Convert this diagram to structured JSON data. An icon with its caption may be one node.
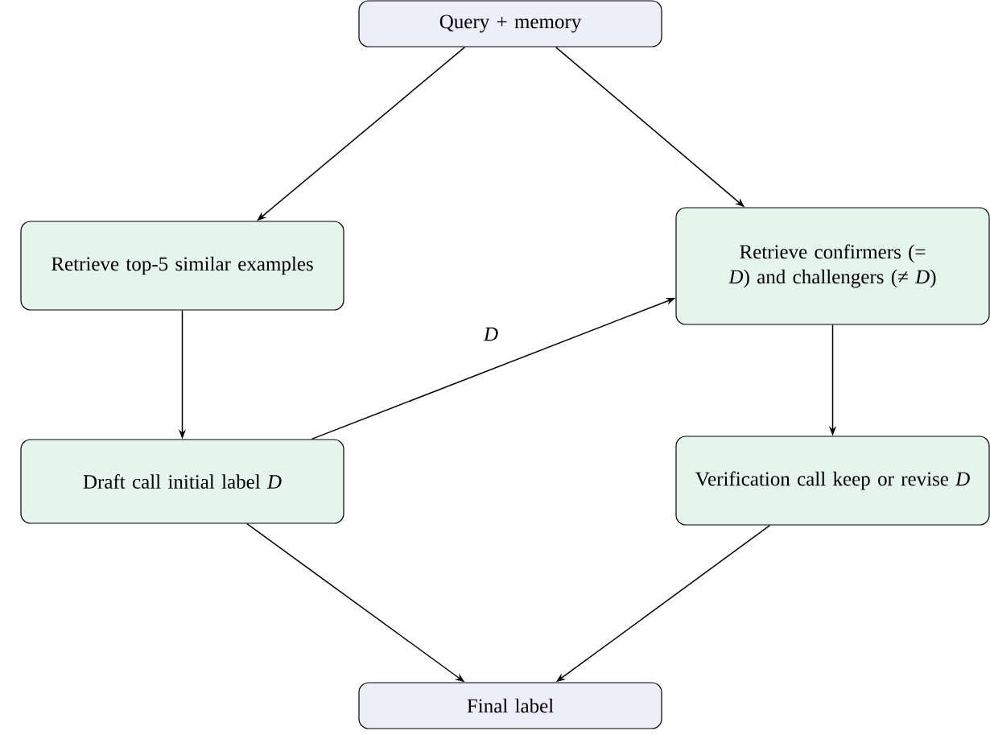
{
  "diagram": {
    "nodes": [
      {
        "text": [
          "Query + memory"
        ]
      },
      {
        "text": [
          "Retrieve top-5 similar examples"
        ]
      },
      {
        "text": [
          "Retrieve confirmers (= *D*) and challengers (≠ *D*)"
        ]
      },
      {
        "text": [
          "Draft call initial label *D*"
        ]
      },
      {
        "text": [
          "Verification call keep or revise *D*"
        ]
      },
      {
        "text": [
          "Final label"
        ]
      }
    ],
    "edges": [
      {
        "from": 0,
        "to": 1,
        "arrow": "to"
      },
      {
        "from": 0,
        "to": 2,
        "arrow": "to"
      },
      {
        "from": 1,
        "to": 3,
        "arrow": "to"
      },
      {
        "from": 3,
        "to": 2,
        "arrow": "to",
        "label": "D"
      },
      {
        "from": 2,
        "to": 4,
        "arrow": "to"
      },
      {
        "from": 3,
        "to": 5,
        "arrow": "to"
      },
      {
        "from": 4,
        "to": 5,
        "arrow": "to"
      }
    ]
  }
}
